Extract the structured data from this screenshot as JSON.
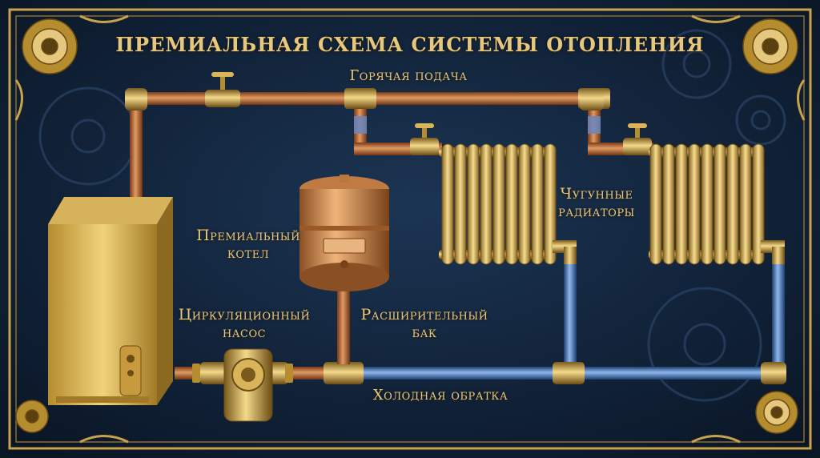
{
  "title": "ПРЕМИАЛЬНАЯ СХЕМА СИСТЕМЫ ОТОПЛЕНИЯ",
  "labels": {
    "hot_supply": "Горячая подача",
    "cold_return": "Холодная обратка",
    "boiler": [
      "Премиальный",
      "котел"
    ],
    "pump": [
      "Циркуляционный",
      "насос"
    ],
    "tank": [
      "Расширительный",
      "бак"
    ],
    "radiators": [
      "Чугунные",
      "радиаторы"
    ]
  },
  "colors": {
    "background": "#0e1f33",
    "frame_gold": "#c9a24d",
    "label_gold": "#e6c77e",
    "hot_pipe_copper": "#b8683a",
    "cold_pipe_blue": "#4a7fc0",
    "brass": "#d9b45a"
  }
}
